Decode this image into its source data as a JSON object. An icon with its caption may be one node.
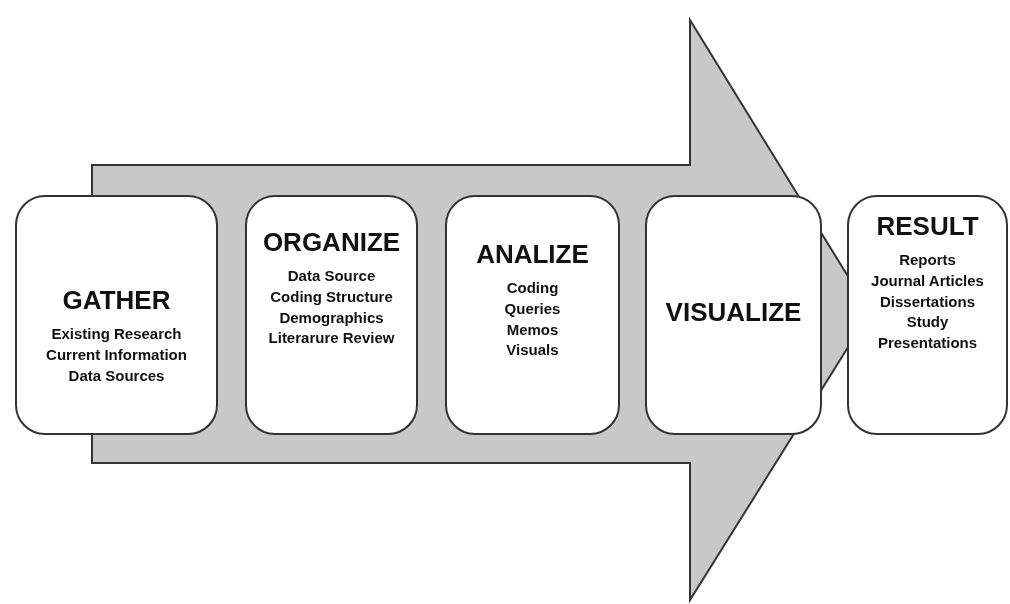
{
  "diagram": {
    "nodes": [
      {
        "text": [
          "GATHER",
          "Existing Research",
          "Current Information",
          "Data Sources"
        ]
      },
      {
        "text": [
          "ORGANIZE",
          "Data Source",
          "Coding Structure",
          "Demographics",
          "Literarure Review"
        ]
      },
      {
        "text": [
          "ANALIZE",
          "Coding",
          "Queries",
          "Memos",
          "Visuals"
        ]
      },
      {
        "text": [
          "VISUALIZE"
        ]
      },
      {
        "text": [
          "RESULT",
          "Reports",
          "Journal Articles",
          "Dissertations",
          "Study",
          "Presentations"
        ]
      }
    ],
    "edges": [
      {
        "from": 0,
        "to": 4,
        "arrow": "to"
      }
    ]
  }
}
